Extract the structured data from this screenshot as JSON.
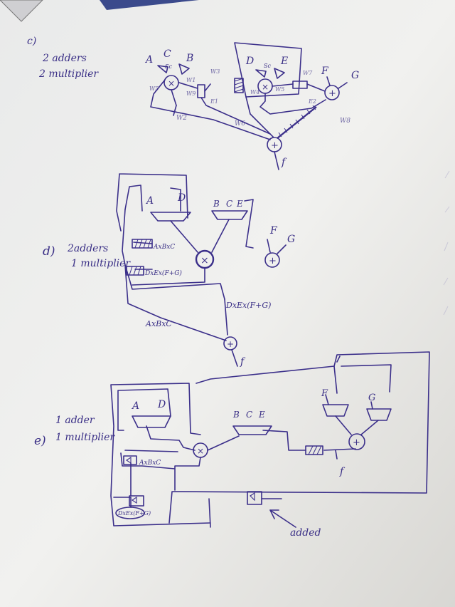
{
  "sections": {
    "c": {
      "label": "c)",
      "resources_line1": "2 adders",
      "resources_line2": "2 multiplier",
      "inputs": {
        "a": "A",
        "b": "B",
        "c": "C",
        "d": "D",
        "e": "E",
        "f": "F",
        "g": "G"
      },
      "select_left": "Sc",
      "select_right": "Sc",
      "weights": {
        "w1": "W1",
        "w2": "W2",
        "w3": "W3",
        "w4": "W4",
        "w5": "W5",
        "w6": "W6",
        "w7": "W7",
        "w8": "W8",
        "w9": "W9"
      },
      "enables": {
        "e1": "E1",
        "e2": "E2"
      },
      "mult_symbol": "×",
      "add_symbol": "+",
      "output": "f"
    },
    "d": {
      "label": "d)",
      "resources_line1": "2adders",
      "resources_line2": "1 multiplier",
      "mux_top_inputs": [
        "A",
        "D"
      ],
      "mux_right_inputs": [
        "B",
        "C",
        "E"
      ],
      "adder_inputs": [
        "F",
        "G"
      ],
      "reg1_label": "AxBxC",
      "reg2_label": "DxEx(F+G)",
      "wire_label_right": "DxEx(F+G)",
      "wire_label_left": "AxBxC",
      "mult_symbol": "×",
      "add_symbol": "+",
      "output": "f"
    },
    "e": {
      "label": "e)",
      "resources_line1": "1 adder",
      "resources_line2": "1 multiplier",
      "mux1_inputs": [
        "A",
        "D"
      ],
      "mux2_inputs": [
        "B",
        "C",
        "E"
      ],
      "mux_f": "F",
      "mux_g": "G",
      "reg1_label": "AxBxC",
      "reg2_label": "DxEx(F+G)",
      "mult_symbol": "×",
      "add_symbol": "+",
      "output": "f",
      "annotation": "added"
    }
  }
}
